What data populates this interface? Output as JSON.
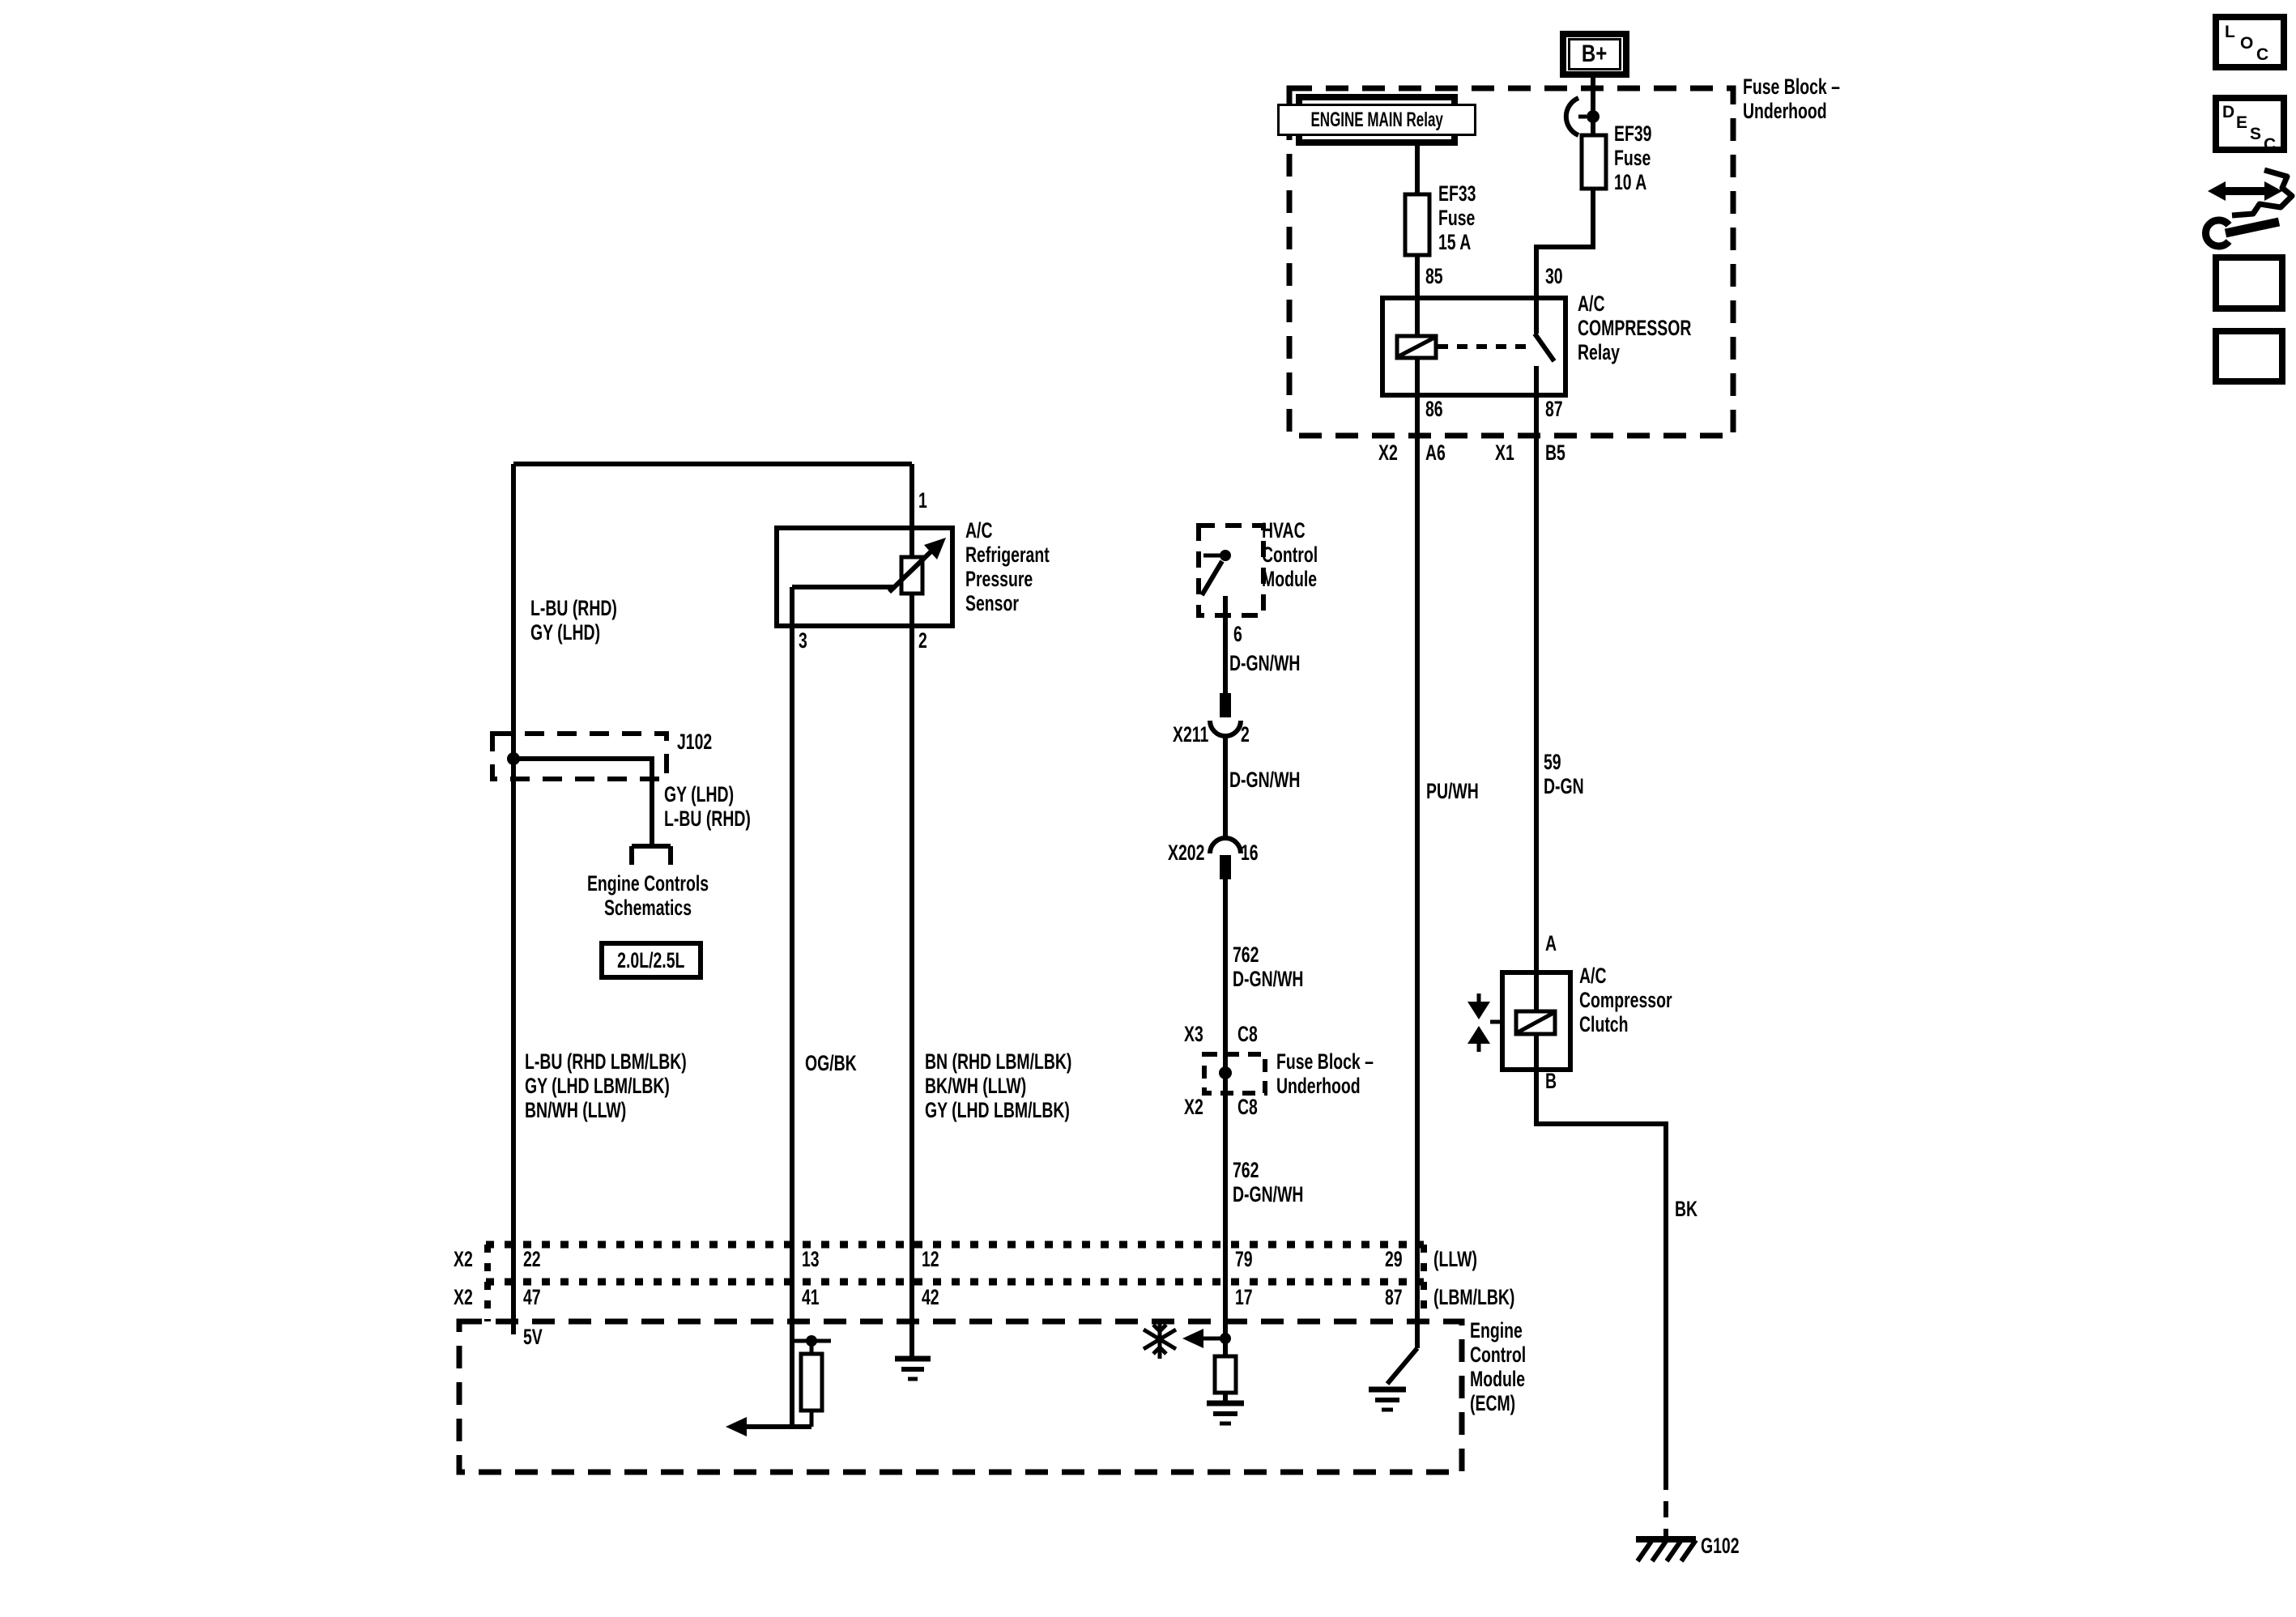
{
  "colors": {
    "ink": "#000000",
    "bg": "#ffffff"
  },
  "icons": {
    "loc": [
      "L",
      "O",
      "C"
    ],
    "desc": [
      "D",
      "E",
      "S",
      "C"
    ]
  },
  "b_plus": "B+",
  "fuse_block_top": {
    "title": [
      "Fuse Block –",
      "Underhood"
    ]
  },
  "engine_main_relay": "ENGINE MAIN Relay",
  "ef39": [
    "EF39",
    "Fuse",
    "10 A"
  ],
  "ef33": [
    "EF33",
    "Fuse",
    "15 A"
  ],
  "compressor_relay": {
    "title": [
      "A/C",
      "COMPRESSOR",
      "Relay"
    ],
    "p85": "85",
    "p30": "30",
    "p86": "86",
    "p87": "87",
    "x2": "X2",
    "a6": "A6",
    "x1": "X1",
    "b5": "B5"
  },
  "pu_wh": "PU/WH",
  "d_gn_59": [
    "59",
    "D-GN"
  ],
  "sensor": {
    "title": [
      "A/C",
      "Refrigerant",
      "Pressure",
      "Sensor"
    ],
    "p1": "1",
    "p3": "3",
    "p2": "2"
  },
  "wire_top": [
    "L-BU (RHD)",
    "GY (LHD)"
  ],
  "j102": {
    "label": "J102",
    "wire": [
      "GY (LHD)",
      "L-BU (RHD)"
    ],
    "dest": [
      "Engine Controls",
      "Schematics"
    ],
    "engine": "2.0L/2.5L"
  },
  "hvac": {
    "title": [
      "HVAC",
      "Control",
      "Module"
    ],
    "p6": "6",
    "w1": "D-GN/WH",
    "x211": "X211",
    "x211_pin": "2",
    "w2": "D-GN/WH",
    "x202": "X202",
    "x202_pin": "16",
    "w3": [
      "762",
      "D-GN/WH"
    ],
    "x3": "X3",
    "c8a": "C8",
    "fb": [
      "Fuse Block –",
      "Underhood"
    ],
    "x2": "X2",
    "c8b": "C8",
    "w4": [
      "762",
      "D-GN/WH"
    ]
  },
  "clutch": {
    "title": [
      "A/C",
      "Compressor",
      "Clutch"
    ],
    "pa": "A",
    "pb": "B"
  },
  "bk": "BK",
  "g102": "G102",
  "bottom_wires": {
    "left": [
      "L-BU (RHD LBM/LBK)",
      "GY (LHD LBM/LBK)",
      "BN/WH (LLW)"
    ],
    "mid": "OG/BK",
    "right": [
      "BN (RHD LBM/LBK)",
      "BK/WH (LLW)",
      "GY (LHD LBM/LBK)"
    ]
  },
  "ecm": {
    "row1": {
      "conn": "X2",
      "p22": "22",
      "p13": "13",
      "p12": "12",
      "p79": "79",
      "p29": "29",
      "suffix": "(LLW)"
    },
    "row2": {
      "conn": "X2",
      "p47": "47",
      "p41": "41",
      "p42": "42",
      "p17": "17",
      "p87": "87",
      "suffix": "(LBM/LBK)"
    },
    "five_v": "5V",
    "title": [
      "Engine",
      "Control",
      "Module",
      "(ECM)"
    ]
  }
}
